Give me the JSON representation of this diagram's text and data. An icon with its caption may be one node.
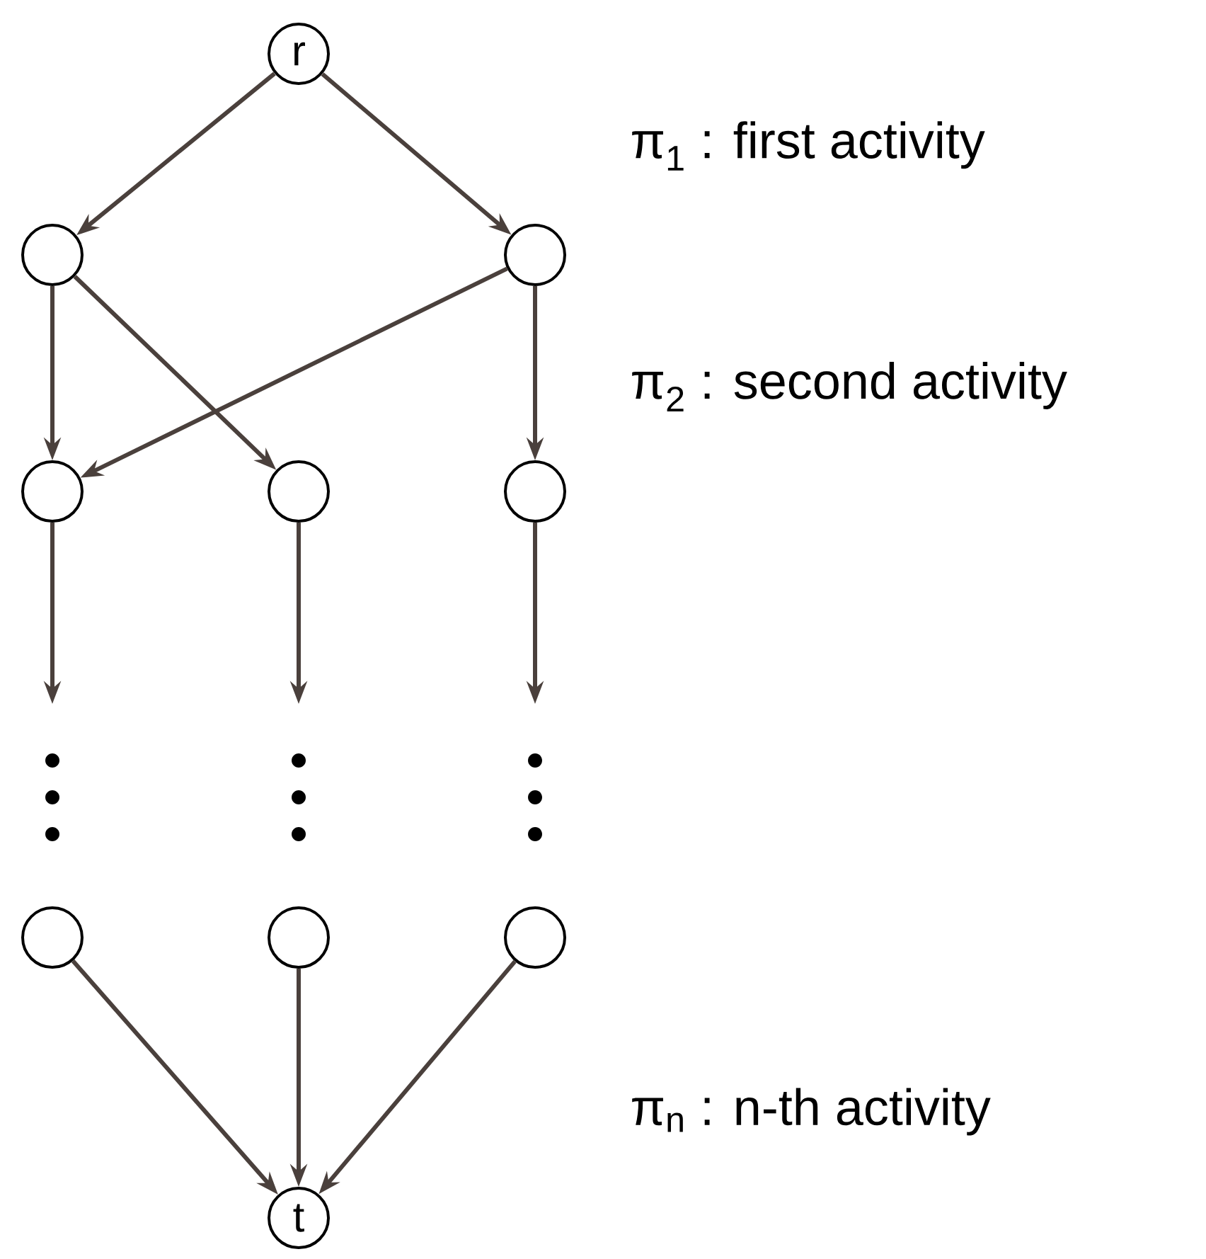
{
  "diagram": {
    "nodes": [
      {
        "text": [
          "r"
        ]
      },
      {
        "text": [],
        "shape": "circle"
      },
      {
        "text": [],
        "shape": "circle"
      },
      {
        "text": [],
        "shape": "circle"
      },
      {
        "text": [],
        "shape": "circle"
      },
      {
        "text": [],
        "shape": "circle"
      },
      {
        "text": [],
        "shape": "circle"
      },
      {
        "text": [],
        "shape": "circle"
      },
      {
        "text": [],
        "shape": "circle"
      },
      {
        "text": [
          "t"
        ]
      }
    ],
    "edges": [
      {
        "from": 0,
        "to": 1,
        "arrow": "to"
      },
      {
        "from": 0,
        "to": 2,
        "arrow": "to"
      },
      {
        "from": 1,
        "to": 3,
        "arrow": "to"
      },
      {
        "from": 1,
        "to": 4,
        "arrow": "to"
      },
      {
        "from": 2,
        "to": 3,
        "arrow": "to"
      },
      {
        "from": 2,
        "to": 5,
        "arrow": "to"
      },
      {
        "from": 3,
        "to": null,
        "arrow": "to"
      },
      {
        "from": 4,
        "to": null,
        "arrow": "to"
      },
      {
        "from": 5,
        "to": null,
        "arrow": "to"
      },
      {
        "from": 6,
        "to": 9,
        "arrow": "to"
      },
      {
        "from": 7,
        "to": 9,
        "arrow": "to"
      },
      {
        "from": 8,
        "to": 9,
        "arrow": "to"
      }
    ],
    "labels": [
      "π$_{1}$ : first activity",
      "π$_{2}$ : second activity",
      "π$_{n}$ : n-th activity"
    ]
  }
}
